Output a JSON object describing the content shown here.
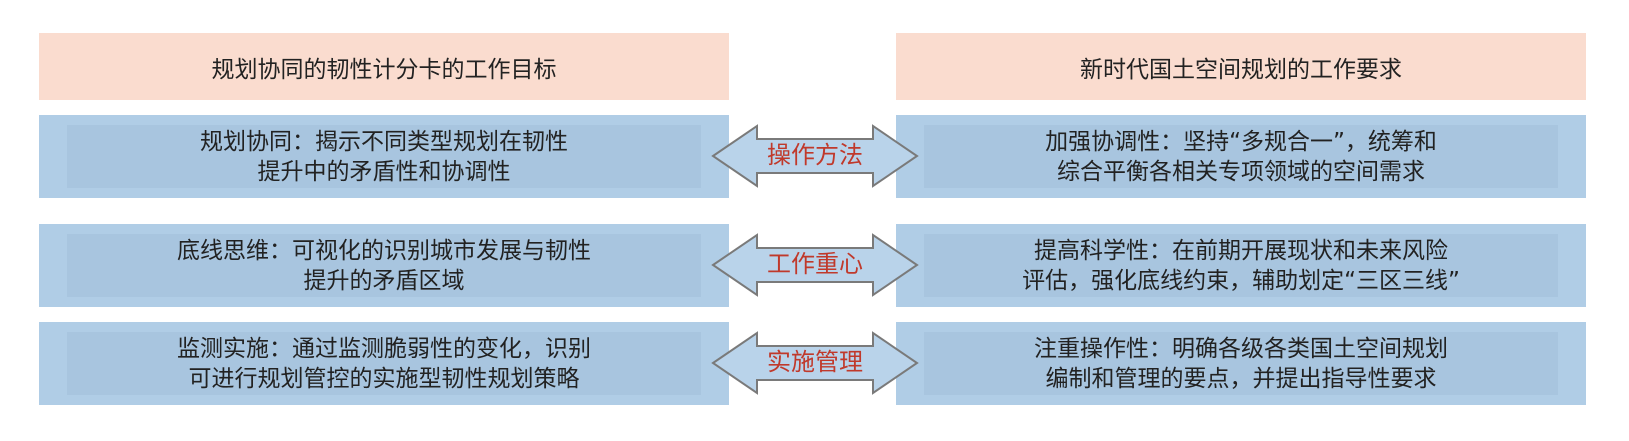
{
  "headers": {
    "left": "规划协同的韧性计分卡的工作目标",
    "right": "新时代国土空间规划的工作要求"
  },
  "rows": [
    {
      "left": [
        "规划协同：揭示不同类型规划在韧性",
        "提升中的矛盾性和协调性"
      ],
      "arrow": "操作方法",
      "right": [
        "加强协调性：坚持“多规合一”，统筹和",
        "综合平衡各相关专项领域的空间需求"
      ]
    },
    {
      "left": [
        "底线思维：可视化的识别城市发展与韧性",
        "提升的矛盾区域"
      ],
      "arrow": "工作重心",
      "right": [
        "提高科学性：在前期开展现状和未来风险",
        "评估，强化底线约束，辅助划定“三区三线”"
      ]
    },
    {
      "left": [
        "监测实施：通过监测脆弱性的变化，识别",
        "可进行规划管控的实施型韧性规划策略"
      ],
      "arrow": "实施管理",
      "right": [
        "注重操作性：明确各级各类国土空间规划",
        "编制和管理的要点，并提出指导性要求"
      ]
    }
  ],
  "colors": {
    "header_fill": "#fadccf",
    "row_fill": "#b0cde6",
    "row_inner_fill": "#a8c5df",
    "arrow_fill": "#b9d3ea",
    "arrow_stroke": "#7a7a7a",
    "arrow_text": "#c0392b",
    "text": "#222222"
  }
}
